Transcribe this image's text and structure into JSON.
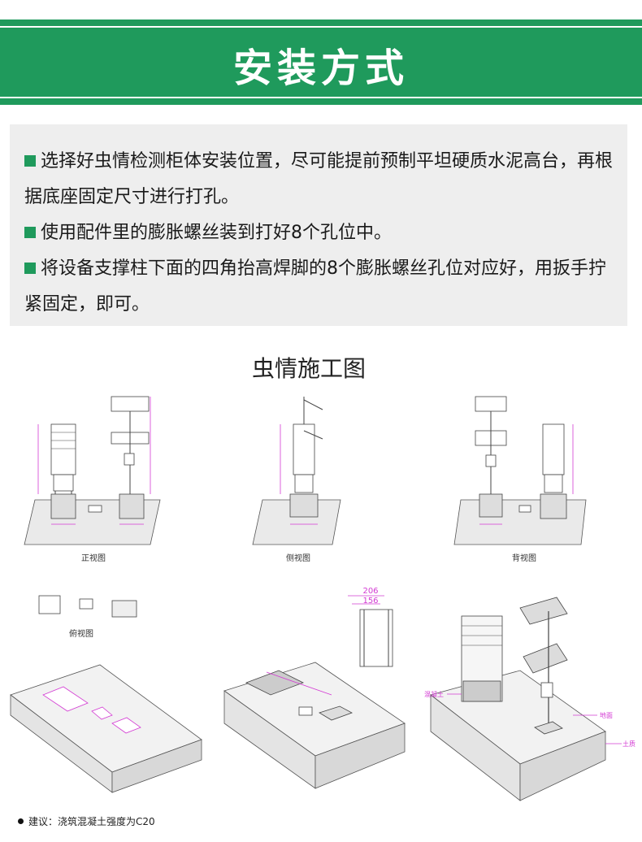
{
  "header": {
    "title": "安装方式"
  },
  "notes": {
    "items": [
      "选择好虫情检测柜体安装位置，尽可能提前预制平坦硬质水泥高台，再根据底座固定尺寸进行打孔。",
      "使用配件里的膨胀螺丝装到打好8个孔位中。",
      "将设备支撑柱下面的四角抬高焊脚的8个膨胀螺丝孔位对应好，用扳手拧紧固定，即可。"
    ]
  },
  "diagram": {
    "title": "虫情施工图",
    "views": {
      "front": "正视图",
      "side": "侧视图",
      "back": "背视图",
      "top": "俯视图"
    },
    "dimensions": {
      "outer": "206",
      "inner": "156"
    },
    "labels": {
      "concrete": "混凝土",
      "ground": "地面",
      "soil": "土质"
    }
  },
  "footnote": {
    "text": "建议：浇筑混凝土强度为C20"
  },
  "colors": {
    "brand_green": "#1f9a5c",
    "dimension_magenta": "#d33bd3",
    "panel_gray": "#eeeeee"
  }
}
